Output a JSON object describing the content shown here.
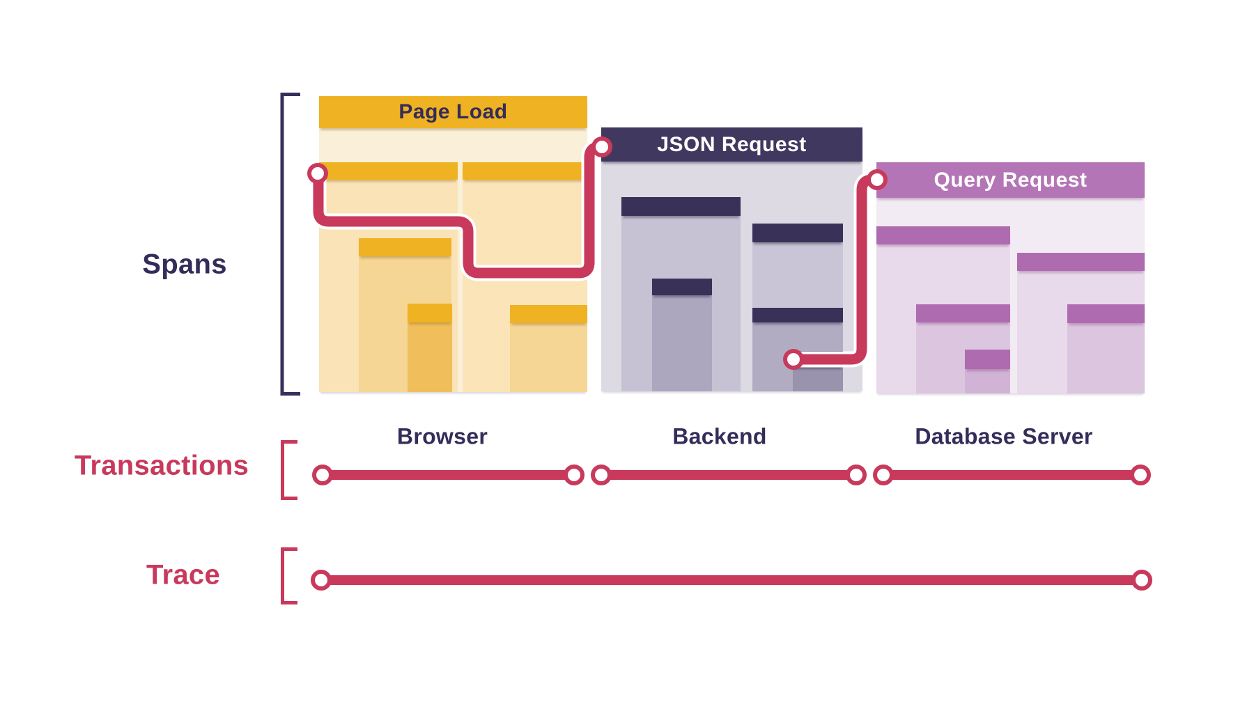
{
  "diagram": {
    "rows": {
      "spans_label": "Spans",
      "transactions_label": "Transactions",
      "trace_label": "Trace"
    },
    "panels": [
      {
        "id": "page-load",
        "title": "Page Load",
        "service": "Browser",
        "theme_color": "#EFB222"
      },
      {
        "id": "json-request",
        "title": "JSON Request",
        "service": "Backend",
        "theme_color": "#3A3158"
      },
      {
        "id": "query-request",
        "title": "Query Request",
        "service": "Database Server",
        "theme_color": "#B475B6"
      }
    ],
    "colors": {
      "accent_red": "#C8395C",
      "navy_text": "#342C59",
      "gold": "#EFB222",
      "ivory": "#FAF0D9",
      "navy_header": "#41385F",
      "gray_body": "#DDDAE4",
      "purple_header": "#B475B6",
      "purple_body": "#F2EBF3",
      "background": "#FFFFFF"
    }
  }
}
